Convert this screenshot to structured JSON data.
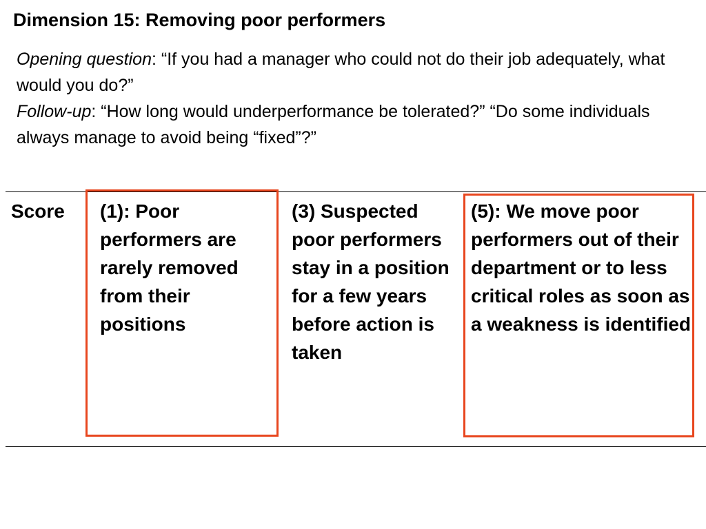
{
  "title": "Dimension 15: Removing poor performers",
  "questions": {
    "opening_label": "Opening question",
    "opening_text": ": “If you had a manager who could not do their job adequately, what would you do?”",
    "followup_label": "Follow-up",
    "followup_text": ": “How long would underperformance be tolerated?” “Do some individuals always manage to avoid being “fixed”?”"
  },
  "score_table": {
    "row_label": "Score",
    "levels": [
      {
        "text": "(1): Poor performers are rarely removed from their positions",
        "highlighted": true
      },
      {
        "text": "(3) Suspected poor performers stay in a position for a few years before action is taken",
        "highlighted": false
      },
      {
        "text": "(5): We move poor performers out of their department or to less critical roles as soon as a weakness is identified",
        "highlighted": true
      }
    ]
  },
  "colors": {
    "highlight_border": "#e8461e",
    "text": "#000000",
    "background": "#ffffff"
  }
}
